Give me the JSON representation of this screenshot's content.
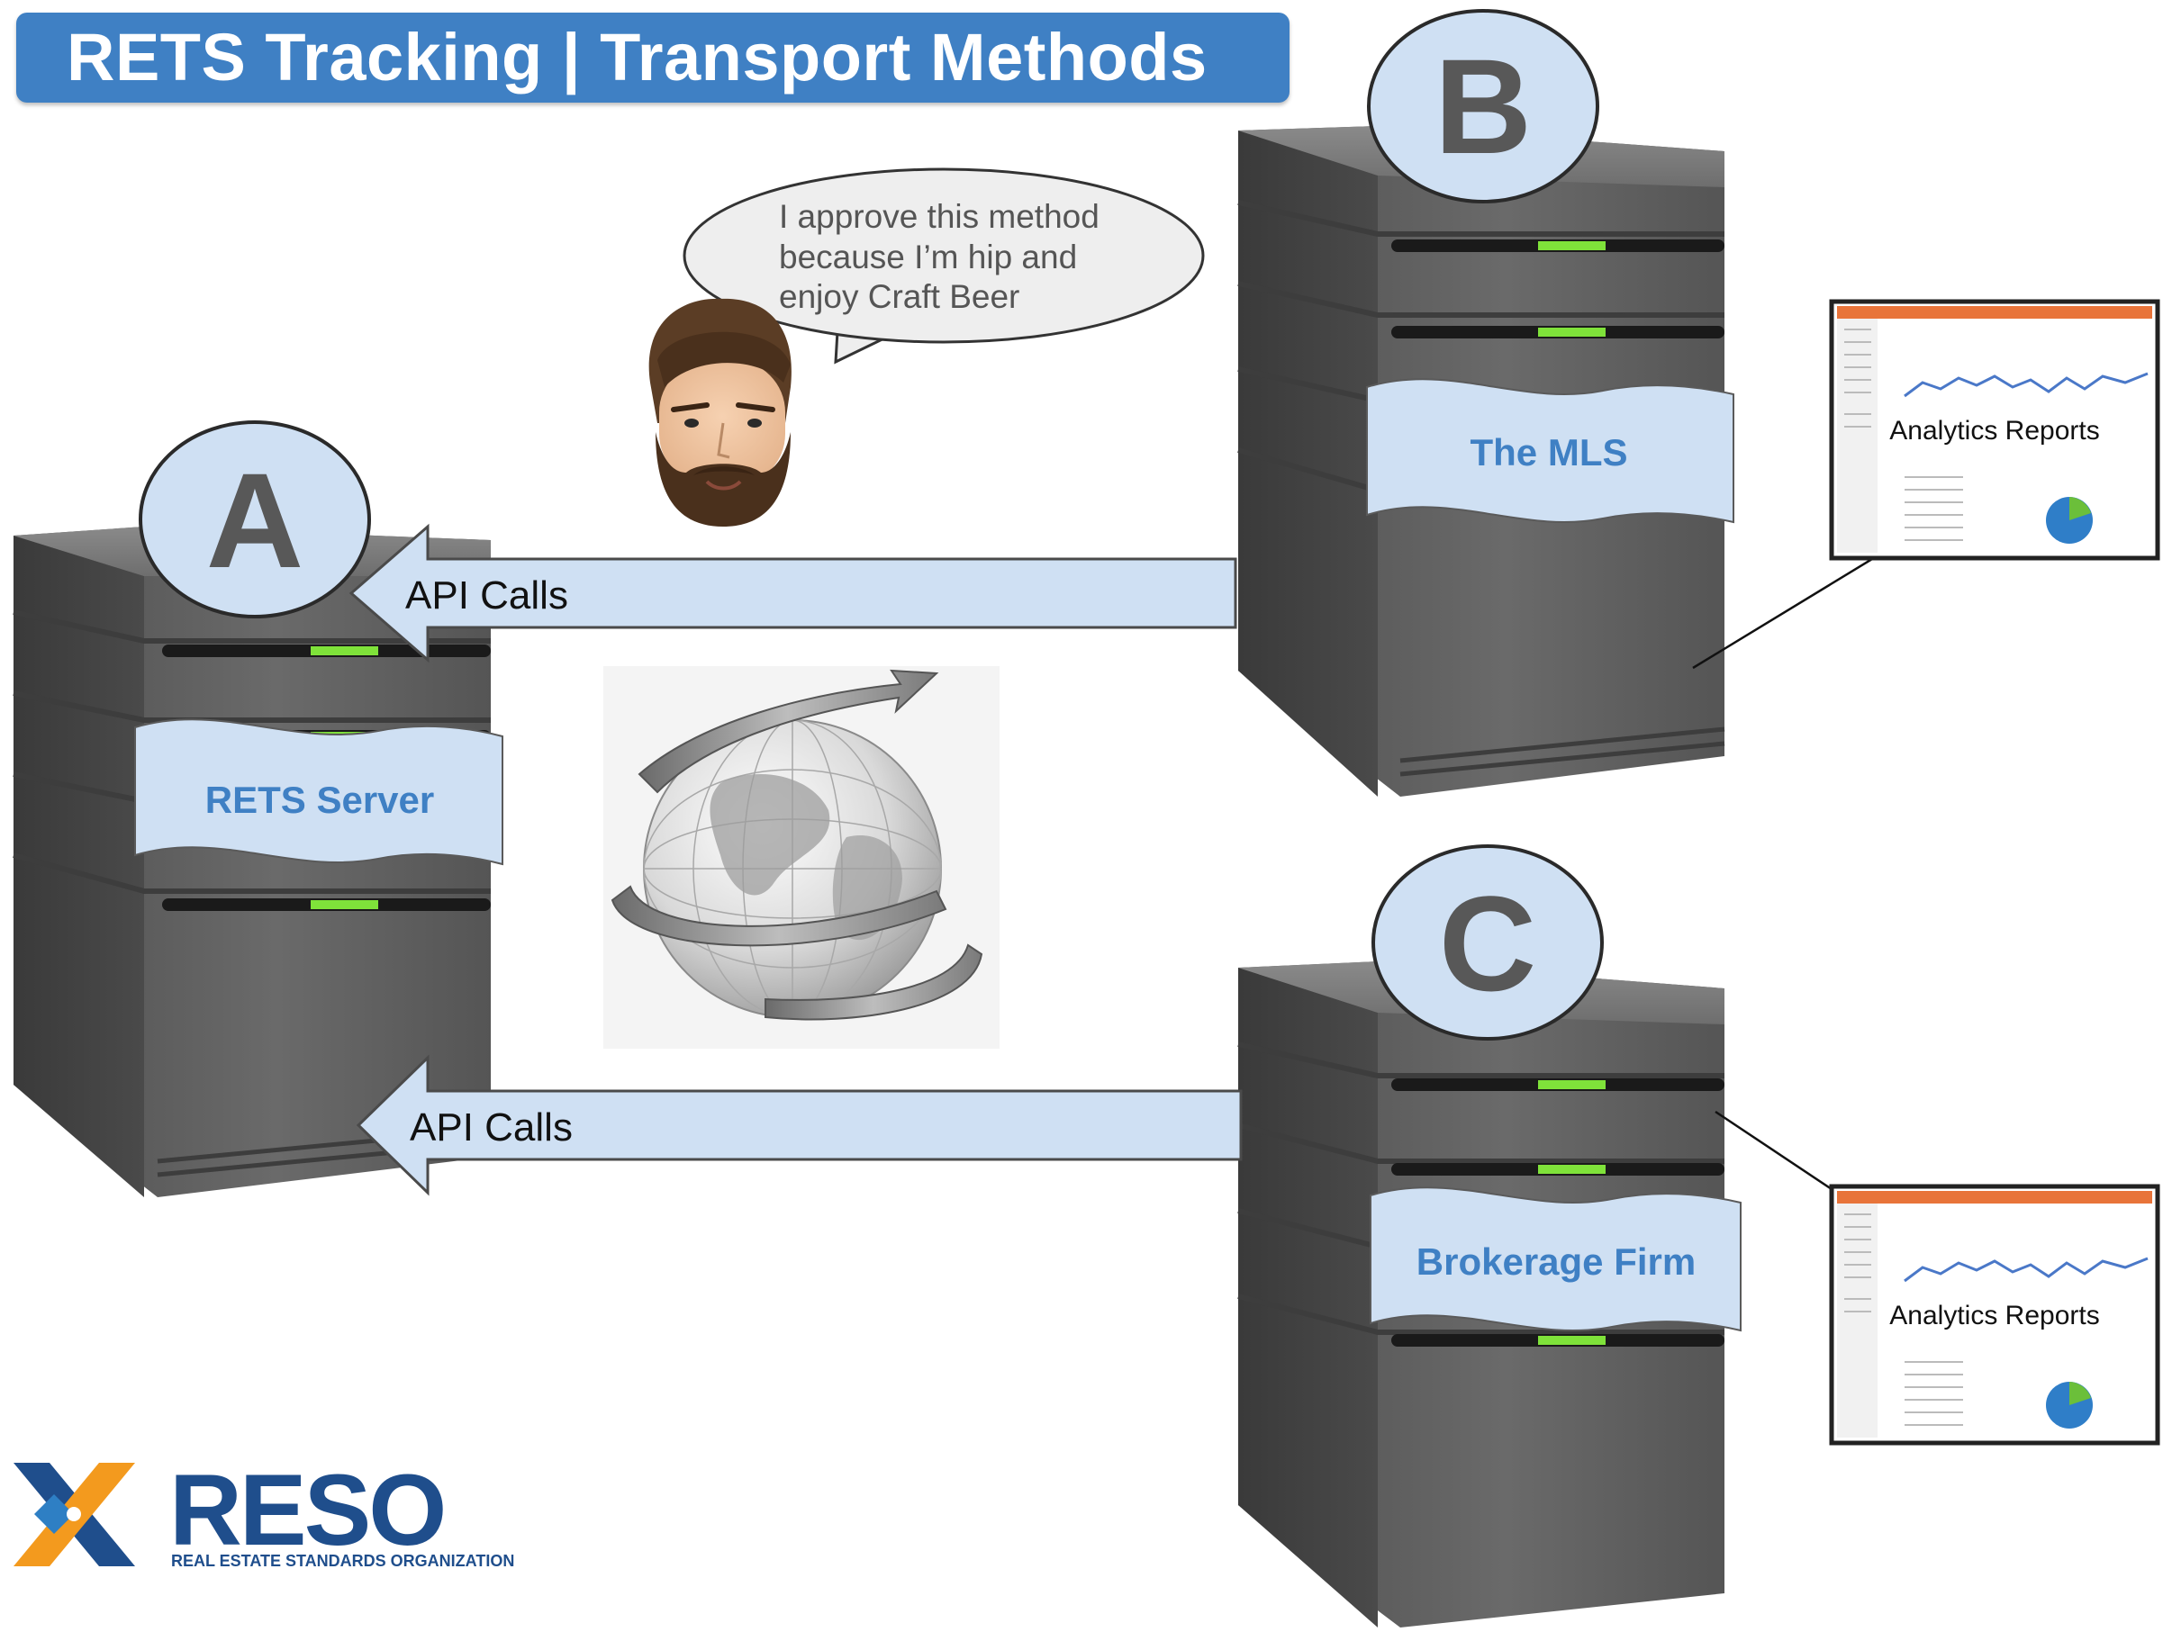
{
  "title": "RETS Tracking | Transport Methods",
  "servers": {
    "a": {
      "letter": "A",
      "label": "RETS Server"
    },
    "b": {
      "letter": "B",
      "label": "The MLS"
    },
    "c": {
      "letter": "C",
      "label": "Brokerage Firm"
    }
  },
  "arrows": {
    "top": {
      "label": "API Calls"
    },
    "bottom": {
      "label": "API Calls"
    }
  },
  "speech_bubble": {
    "lines": [
      "I approve this method",
      "because I’m hip and",
      "enjoy Craft Beer"
    ]
  },
  "reports": {
    "top": {
      "label": "Analytics Reports"
    },
    "bottom": {
      "label": "Analytics Reports"
    }
  },
  "logo": {
    "name": "RESO",
    "tagline": "REAL ESTATE STANDARDS ORGANIZATION"
  },
  "colors": {
    "title_banner": "#3f80c4",
    "badge_fill": "#cfe0f3",
    "banner_text": "#3f80c4",
    "arrow_fill": "#cfe0f3",
    "server_body": "#5c5c5c",
    "led": "#7fe23a",
    "logo_blue": "#1f4e8c",
    "logo_orange": "#f39a1e"
  }
}
